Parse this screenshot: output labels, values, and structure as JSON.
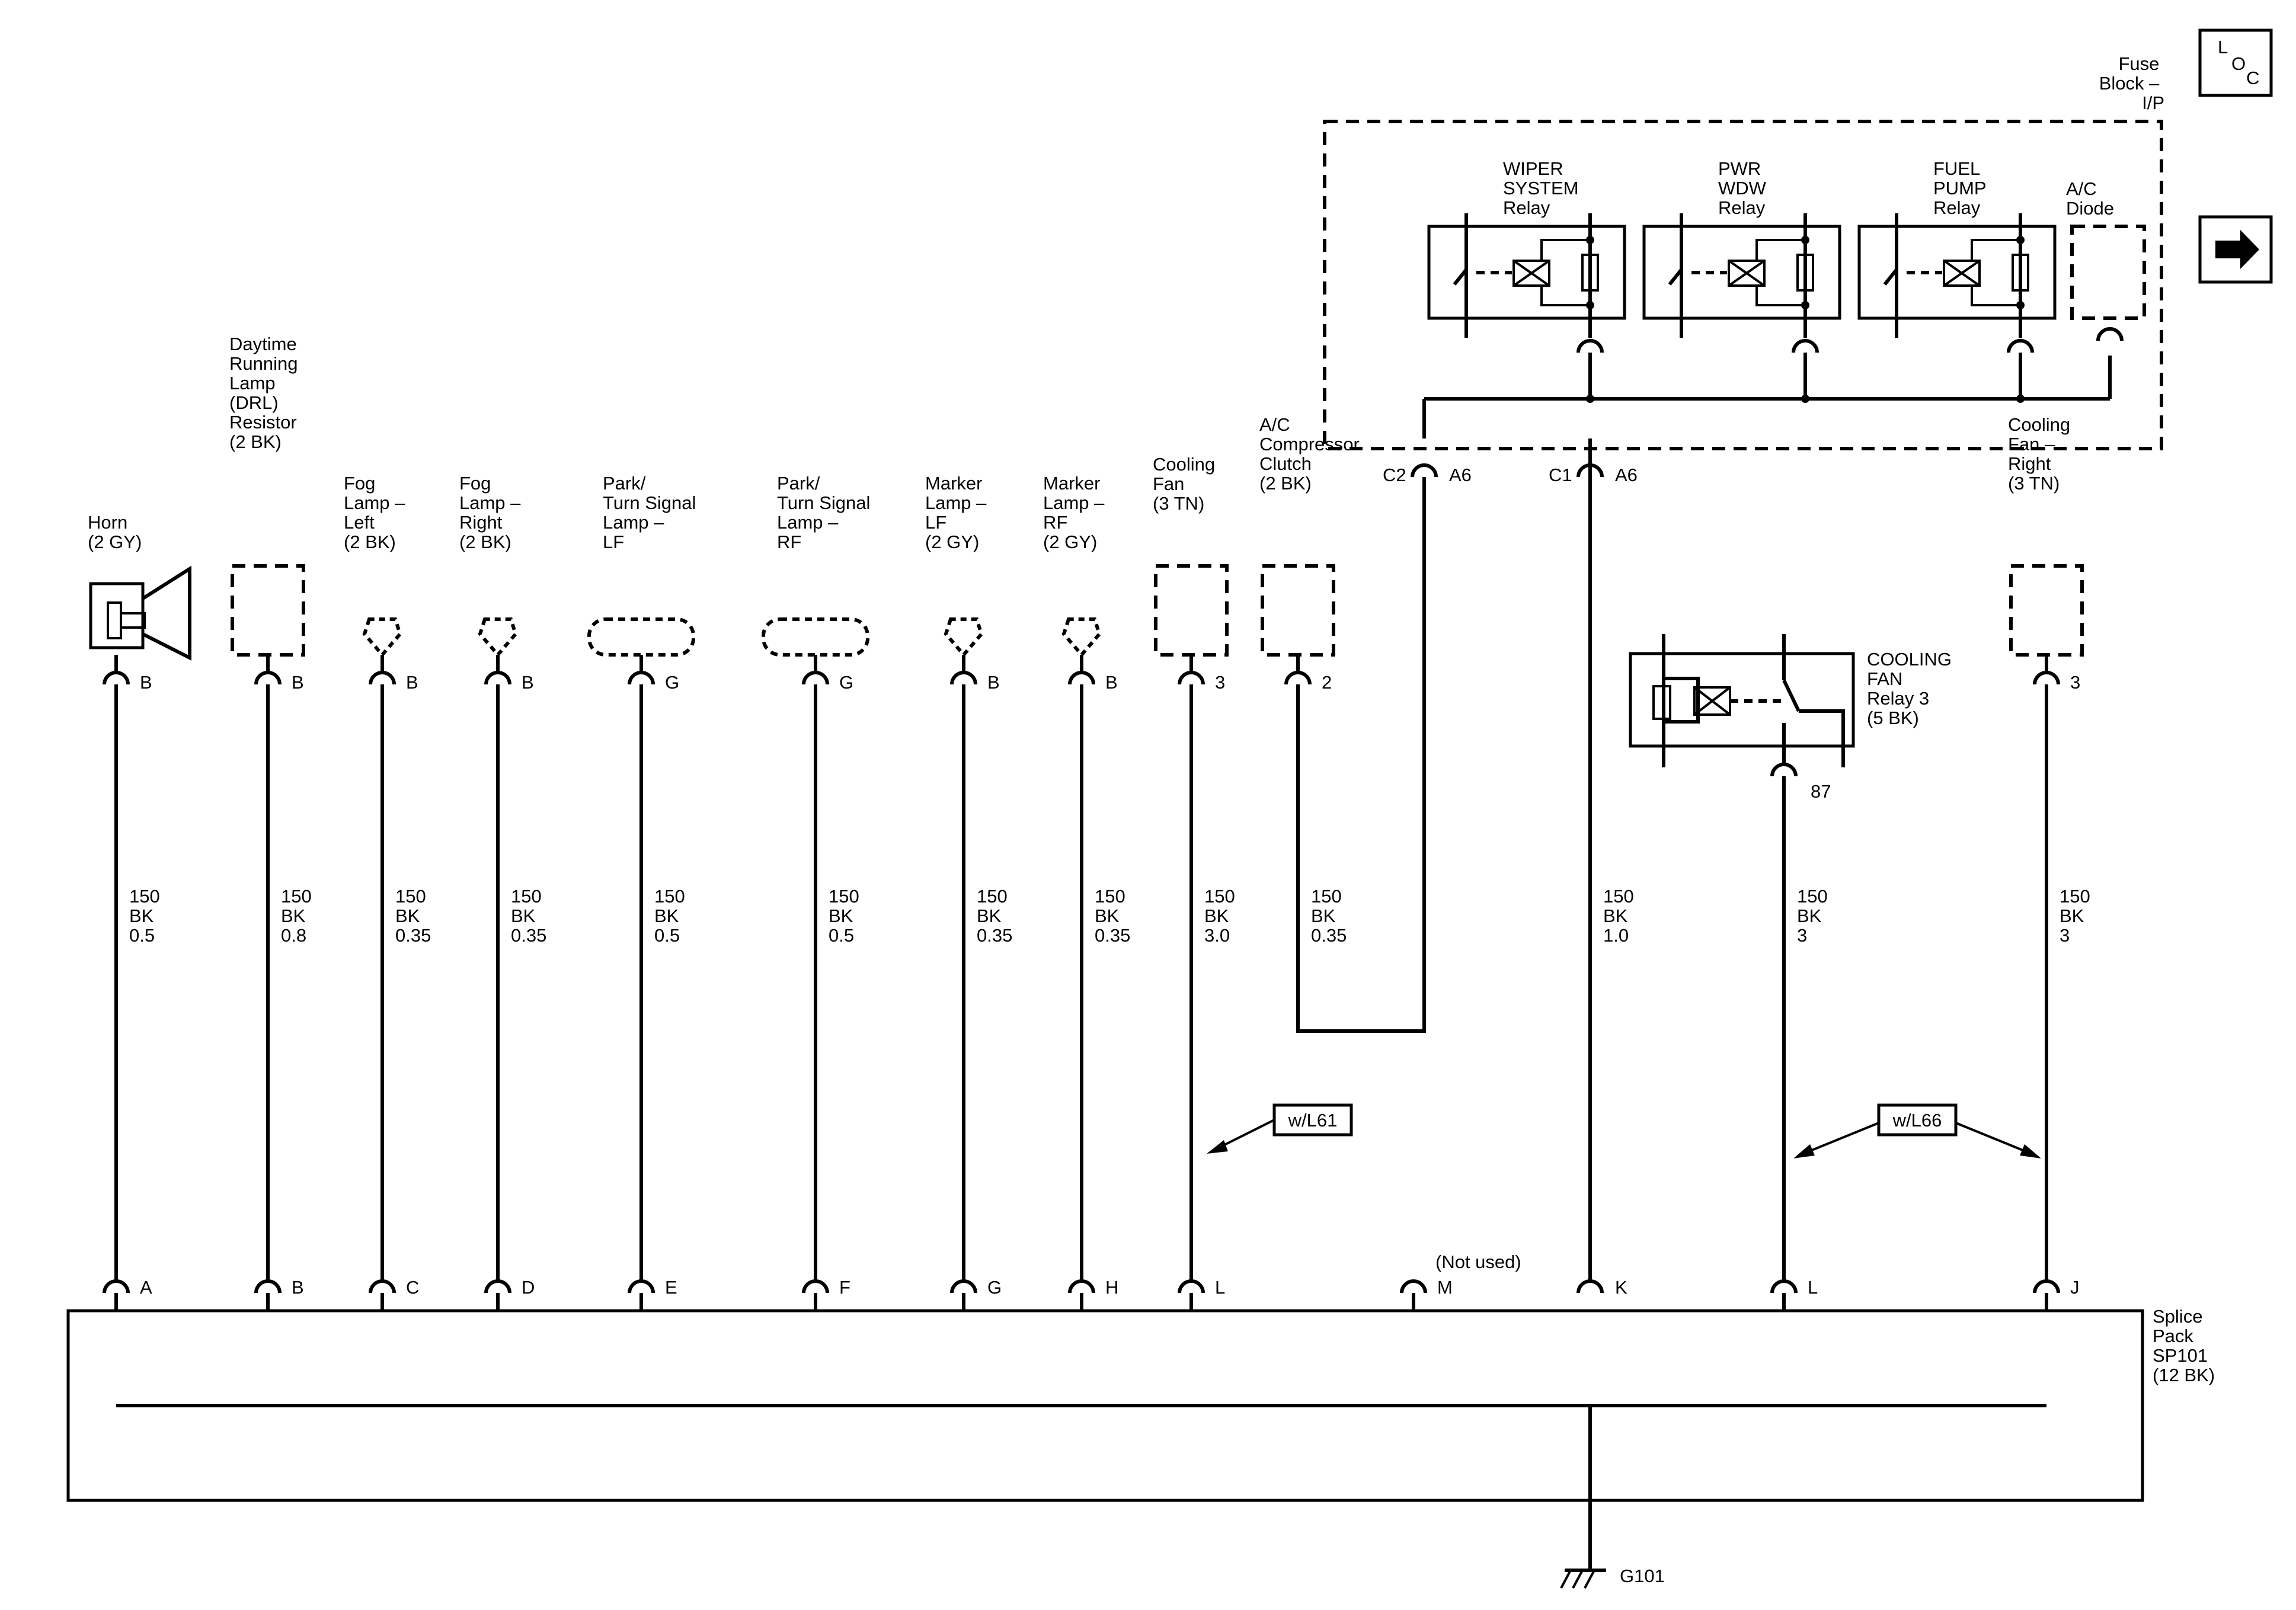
{
  "loc_box": {
    "l": "L",
    "o": "O",
    "c": "C"
  },
  "fuse_block": {
    "lines": [
      "Fuse",
      "Block –",
      "I/P"
    ]
  },
  "relays": [
    {
      "lines": [
        "WIPER",
        "SYSTEM",
        "Relay"
      ]
    },
    {
      "lines": [
        "PWR",
        "WDW",
        "Relay"
      ]
    },
    {
      "lines": [
        "FUEL",
        "PUMP",
        "Relay"
      ]
    }
  ],
  "ac_diode": {
    "lines": [
      "A/C",
      "Diode"
    ]
  },
  "fuse_connectors": [
    {
      "left": "C2",
      "right": "A6"
    },
    {
      "left": "C1",
      "right": "A6"
    }
  ],
  "components": [
    {
      "lines": [
        "Horn",
        "(2 GY)"
      ],
      "pin": "B",
      "wire": [
        "150",
        "BK",
        "0.5"
      ],
      "splice": "A"
    },
    {
      "lines": [
        "Daytime",
        "Running",
        "Lamp",
        "(DRL)",
        "Resistor",
        "(2 BK)"
      ],
      "pin": "B",
      "wire": [
        "150",
        "BK",
        "0.8"
      ],
      "splice": "B"
    },
    {
      "lines": [
        "Fog",
        "Lamp –",
        "Left",
        "(2 BK)"
      ],
      "pin": "B",
      "wire": [
        "150",
        "BK",
        "0.35"
      ],
      "splice": "C"
    },
    {
      "lines": [
        "Fog",
        "Lamp –",
        "Right",
        "(2 BK)"
      ],
      "pin": "B",
      "wire": [
        "150",
        "BK",
        "0.35"
      ],
      "splice": "D"
    },
    {
      "lines": [
        "Park/",
        "Turn Signal",
        "Lamp –",
        "LF"
      ],
      "pin": "G",
      "wire": [
        "150",
        "BK",
        "0.5"
      ],
      "splice": "E"
    },
    {
      "lines": [
        "Park/",
        "Turn Signal",
        "Lamp –",
        "RF"
      ],
      "pin": "G",
      "wire": [
        "150",
        "BK",
        "0.5"
      ],
      "splice": "F"
    },
    {
      "lines": [
        "Marker",
        "Lamp –",
        "LF",
        "(2 GY)"
      ],
      "pin": "B",
      "wire": [
        "150",
        "BK",
        "0.35"
      ],
      "splice": "G"
    },
    {
      "lines": [
        "Marker",
        "Lamp –",
        "RF",
        "(2 GY)"
      ],
      "pin": "B",
      "wire": [
        "150",
        "BK",
        "0.35"
      ],
      "splice": "H"
    },
    {
      "lines": [
        "Cooling",
        "Fan",
        "(3 TN)"
      ],
      "pin": "3",
      "wire": [
        "150",
        "BK",
        "3.0"
      ],
      "splice": "L"
    },
    {
      "lines": [
        "A/C",
        "Compressor",
        "Clutch",
        "(2 BK)"
      ],
      "pin": "2",
      "wire": [
        "150",
        "BK",
        "0.35"
      ]
    },
    {
      "lines": [
        "Cooling",
        "Fan –",
        "Right",
        "(3 TN)"
      ],
      "pin": "3",
      "wire": [
        "150",
        "BK",
        "3"
      ],
      "splice": "J"
    }
  ],
  "fuse_wire": {
    "wire": [
      "150",
      "BK",
      "1.0"
    ],
    "splice": "K"
  },
  "cooling_relay": {
    "lines": [
      "COOLING",
      "FAN",
      "Relay 3",
      "(5 BK)"
    ],
    "pin": "87",
    "wire": [
      "150",
      "BK",
      "3"
    ],
    "splice": "L"
  },
  "unused_pin": {
    "note": "(Not used)",
    "splice": "M"
  },
  "option_tags": [
    "w/L61",
    "w/L66"
  ],
  "splice_pack": {
    "lines": [
      "Splice",
      "Pack",
      "SP101",
      "(12 BK)"
    ]
  },
  "ground": {
    "label": "G101"
  },
  "nav_icon": "right-arrow-icon"
}
